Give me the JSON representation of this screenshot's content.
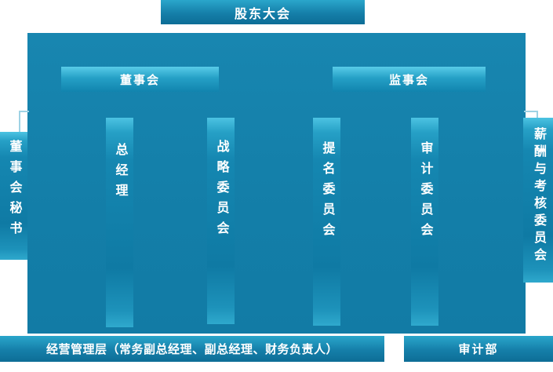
{
  "colors": {
    "primary_teal": "#137ea8",
    "light_accent": "#58cbe8",
    "text": "#ffffff"
  },
  "top_box": {
    "label": "股东大会"
  },
  "board_box": {
    "label": "董事会"
  },
  "supervisor_box": {
    "label": "监事会"
  },
  "vertical_boxes": [
    {
      "id": "board-secretary",
      "label": "董事会秘书"
    },
    {
      "id": "general-manager",
      "label": "总经理"
    },
    {
      "id": "strategy-committee",
      "label": "战略委员会"
    },
    {
      "id": "nomination-committee",
      "label": "提名委员会"
    },
    {
      "id": "audit-committee",
      "label": "审计委员会"
    },
    {
      "id": "remuneration-committee",
      "label": "薪酬与考核委员会"
    }
  ],
  "bottom_left_box": {
    "label": "经营管理层（常务副总经理、副总经理、财务负责人）"
  },
  "bottom_right_box": {
    "label": "审计部"
  }
}
